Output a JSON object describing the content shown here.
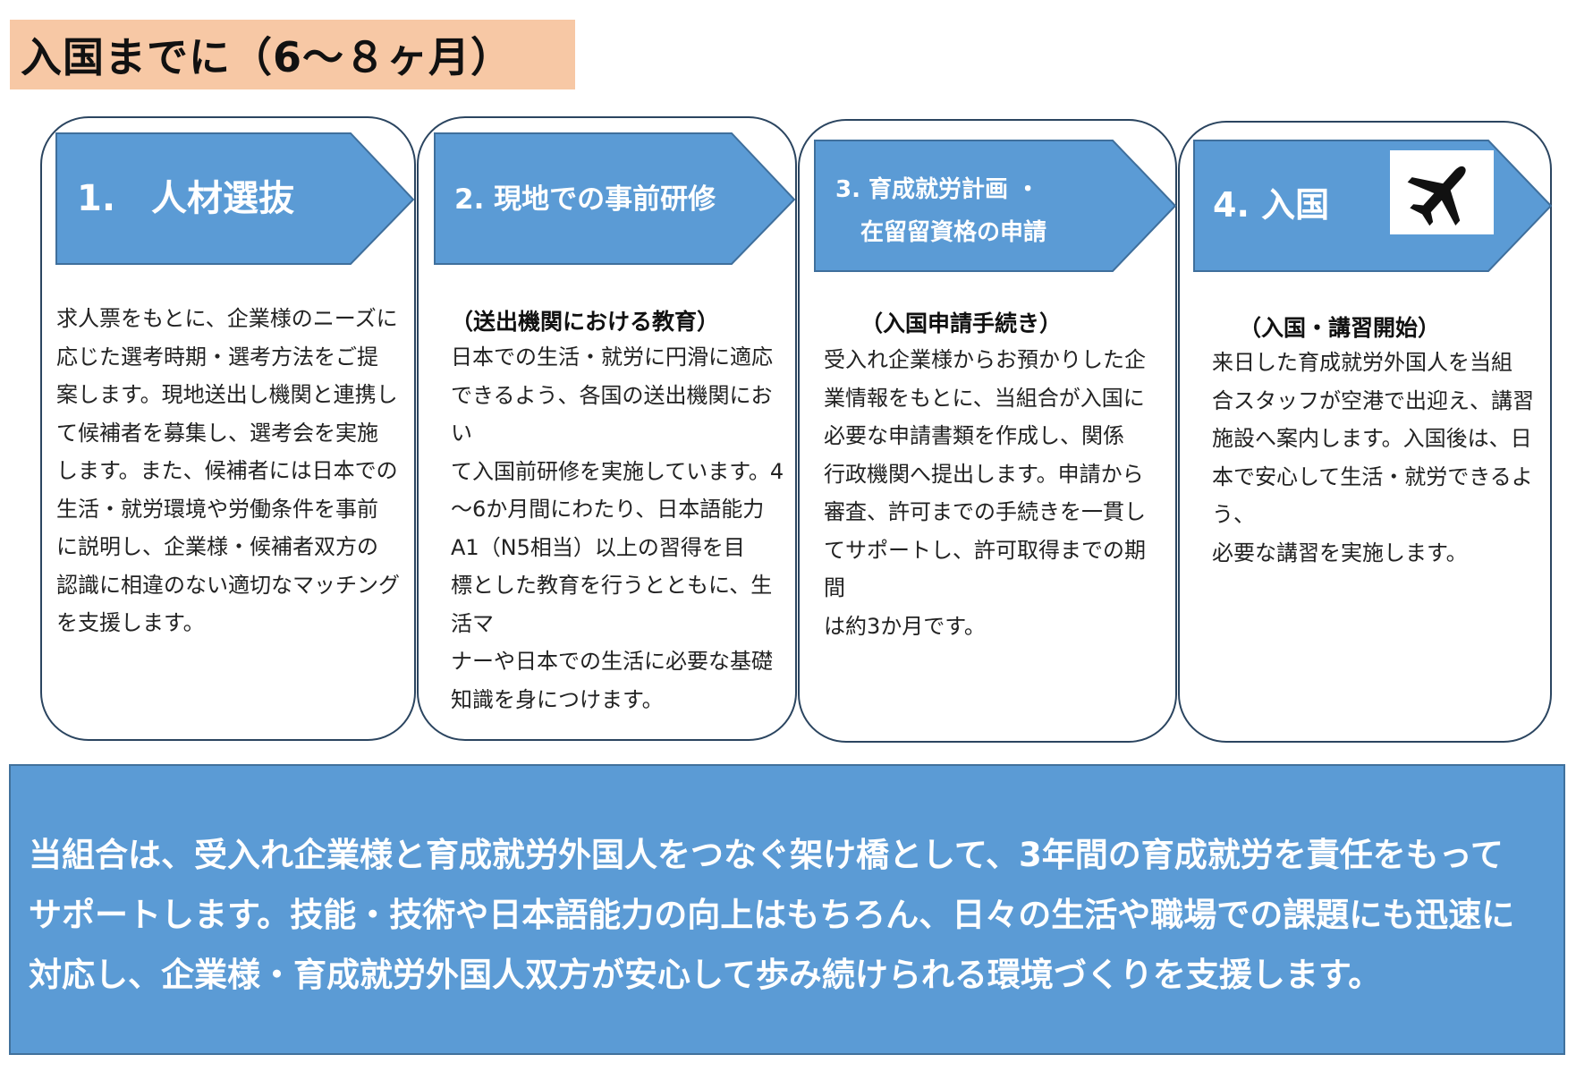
{
  "title": "入国までに（6～８ヶ月）",
  "steps": [
    {
      "label_lines": [
        "1.　人材選抜"
      ],
      "subheading": "",
      "body_lines": [
        "求人票をもとに、企業様のニーズに",
        "応じた選考時期・選考方法をご提",
        "案します。現地送出し機関と連携し",
        "て候補者を募集し、選考会を実施",
        "します。また、候補者には日本での",
        "生活・就労環境や労働条件を事前",
        "に説明し、企業様・候補者双方の",
        "認識に相違のない適切なマッチング",
        "を支援します。"
      ]
    },
    {
      "label_lines": [
        "2.  現地での事前研修"
      ],
      "subheading": "（送出機関における教育）",
      "body_lines": [
        "日本での生活・就労に円滑に適応",
        "できるよう、各国の送出機関におい",
        "て入国前研修を実施しています。4",
        "～6か月間にわたり、日本語能力",
        "A1（N5相当）以上の習得を目",
        "標とした教育を行うとともに、生活マ",
        "ナーや日本での生活に必要な基礎",
        "知識を身につけます。"
      ]
    },
    {
      "label_lines": [
        "3.  育成就労計画 ・",
        "在留留資格の申請"
      ],
      "subheading": "（入国申請手続き）",
      "body_lines": [
        "受入れ企業様からお預かりした企",
        "業情報をもとに、当組合が入国に",
        "必要な申請書類を作成し、関係",
        "行政機関へ提出します。申請から",
        "審査、許可までの手続きを一貫し",
        "てサポートし、許可取得までの期間",
        "は約3か月です。"
      ]
    },
    {
      "label_lines": [
        "4. 入国"
      ],
      "subheading": "（入国・講習開始）",
      "icon": "airplane-icon",
      "body_lines": [
        "来日した育成就労外国人を当組",
        "合スタッフが空港で出迎え、講習",
        "施設へ案内します。入国後は、日",
        "本で安心して生活・就労できるよう、",
        "必要な講習を実施します。"
      ]
    }
  ],
  "summary_lines": [
    "当組合は、受入れ企業様と育成就労外国人をつなぐ架け橋として、3年間の育成就労を責任をもって",
    "サポートします。技能・技術や日本語能力の向上はもちろん、日々の生活や職場での課題にも迅速に",
    "対応し、企業様・育成就労外国人双方が安心して歩み続けられる環境づくりを支援します。"
  ],
  "colors": {
    "title_band": "#f7c8a5",
    "arrow_fill": "#5b9bd5",
    "card_border": "#2b4560",
    "summary_band": "#5b9bd5"
  }
}
